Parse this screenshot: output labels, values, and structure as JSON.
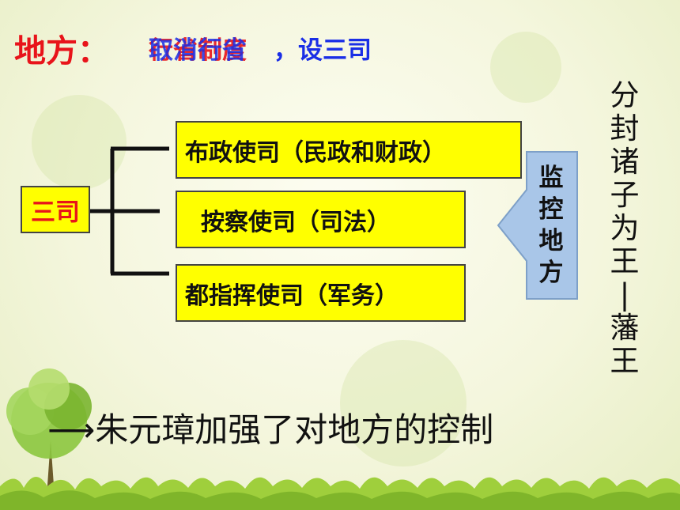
{
  "heading": {
    "prefix": "地方：",
    "overlap_red": "行省制度",
    "overlap_blue": "取消行省",
    "suffix": "，设三司"
  },
  "root_box": {
    "label": "三司"
  },
  "branches": [
    {
      "label": "布政使司（民政和财政）"
    },
    {
      "label": "按察使司（司法）"
    },
    {
      "label": "都指挥使司（军务）"
    }
  ],
  "monitor": {
    "chars": [
      "监",
      "控",
      "地",
      "方"
    ]
  },
  "vertical_note": {
    "chars": [
      "分",
      "封",
      "诸",
      "子",
      "为",
      "王",
      "|",
      "藩",
      "王"
    ]
  },
  "conclusion": "⟶朱元璋加强了对地方的控制",
  "colors": {
    "red": "#e8141a",
    "blue": "#1a2ee6",
    "box": "#ffff00",
    "arrow": "#a9c6e8"
  }
}
